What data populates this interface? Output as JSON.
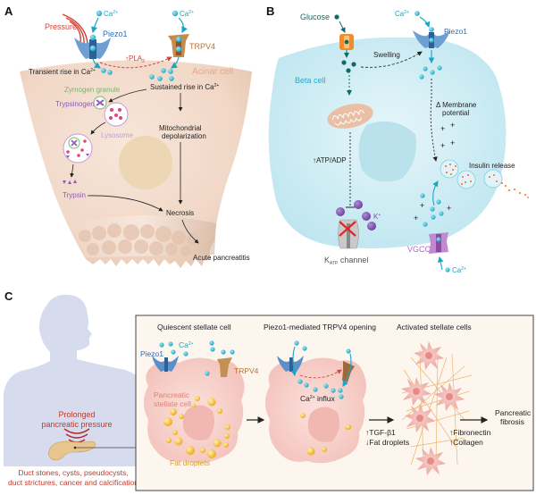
{
  "panels": {
    "a": {
      "label": "A",
      "pressure": "Pressure",
      "piezo1": "Piezo1",
      "trpv4": "TRPV4",
      "ca_top_left": "Ca",
      "ca_top_right": "Ca",
      "ca_sup": "2+",
      "pla2_arrow": "↑PLA",
      "pla2_sub": "2",
      "transient": "Transient rise in Ca",
      "acinar_cell": "Acinar cell",
      "sustained": "Sustained rise in Ca",
      "zymogen_granule": "Zymogen granule",
      "trypsinogen": "Trypsinogen",
      "lysosome": "Lysosome",
      "mito_line1": "Mitochondrial",
      "mito_line2": "depolarization",
      "trypsin": "Trypsin",
      "necrosis": "Necrosis",
      "acute_pancreatitis": "Acute pancreatitis"
    },
    "b": {
      "label": "B",
      "glucose": "Glucose",
      "ca_top": "Ca",
      "ca_bottom": "Ca",
      "ca_sup": "2+",
      "piezo1": "Piezo1",
      "swelling": "Swelling",
      "beta_cell": "Beta cell",
      "membrane_line1": "Δ Membrane",
      "membrane_line2": "potential",
      "atp_adp": "↑ATP/ADP",
      "insulin_release": "Insulin release",
      "k_ion": "K",
      "k_sup": "+",
      "katp_k": "K",
      "katp_sub": "ATP",
      "katp_channel": " channel",
      "vgcc": "VGCC"
    },
    "c": {
      "label": "C",
      "prolonged_line1": "Prolonged",
      "prolonged_line2": "pancreatic pressure",
      "causes_line1": "Duct stones, cysts, pseudocysts,",
      "causes_line2": "duct strictures, cancer and calcification",
      "quiescent_title": "Quiescent stellate cell",
      "piezo_mediated_title": "Piezo1-mediated TRPV4 opening",
      "activated_title": "Activated stellate cells",
      "piezo1": "Piezo1",
      "ca": "Ca",
      "ca_sup": "2+",
      "trpv4": "TRPV4",
      "pancreatic_line1": "Pancreatic",
      "pancreatic_line2": "stellate cell",
      "fat_droplets": "Fat droplets",
      "ca_influx_pre": "Ca",
      "ca_influx_post": " influx",
      "tgf": "↑TGF-β1",
      "fat_down": "↓Fat droplets",
      "fibronectin": "↑Fibronectin",
      "collagen": "↑Collagen",
      "fibrosis_line1": "Pancreatic",
      "fibrosis_line2": "fibrosis"
    }
  },
  "colors": {
    "ca_ion": "#29b6d4",
    "piezo": "#5b8fc9",
    "trpv4": "#b07a45",
    "pressure": "#c0392b",
    "acinar": "#f3dccd",
    "beta": "#cdeef5",
    "stellate": "#f6cfc9",
    "fat": "#f4b829",
    "purple": "#8e5bb5",
    "human": "#d5dbec",
    "box_bg": "#fcf6ee"
  }
}
